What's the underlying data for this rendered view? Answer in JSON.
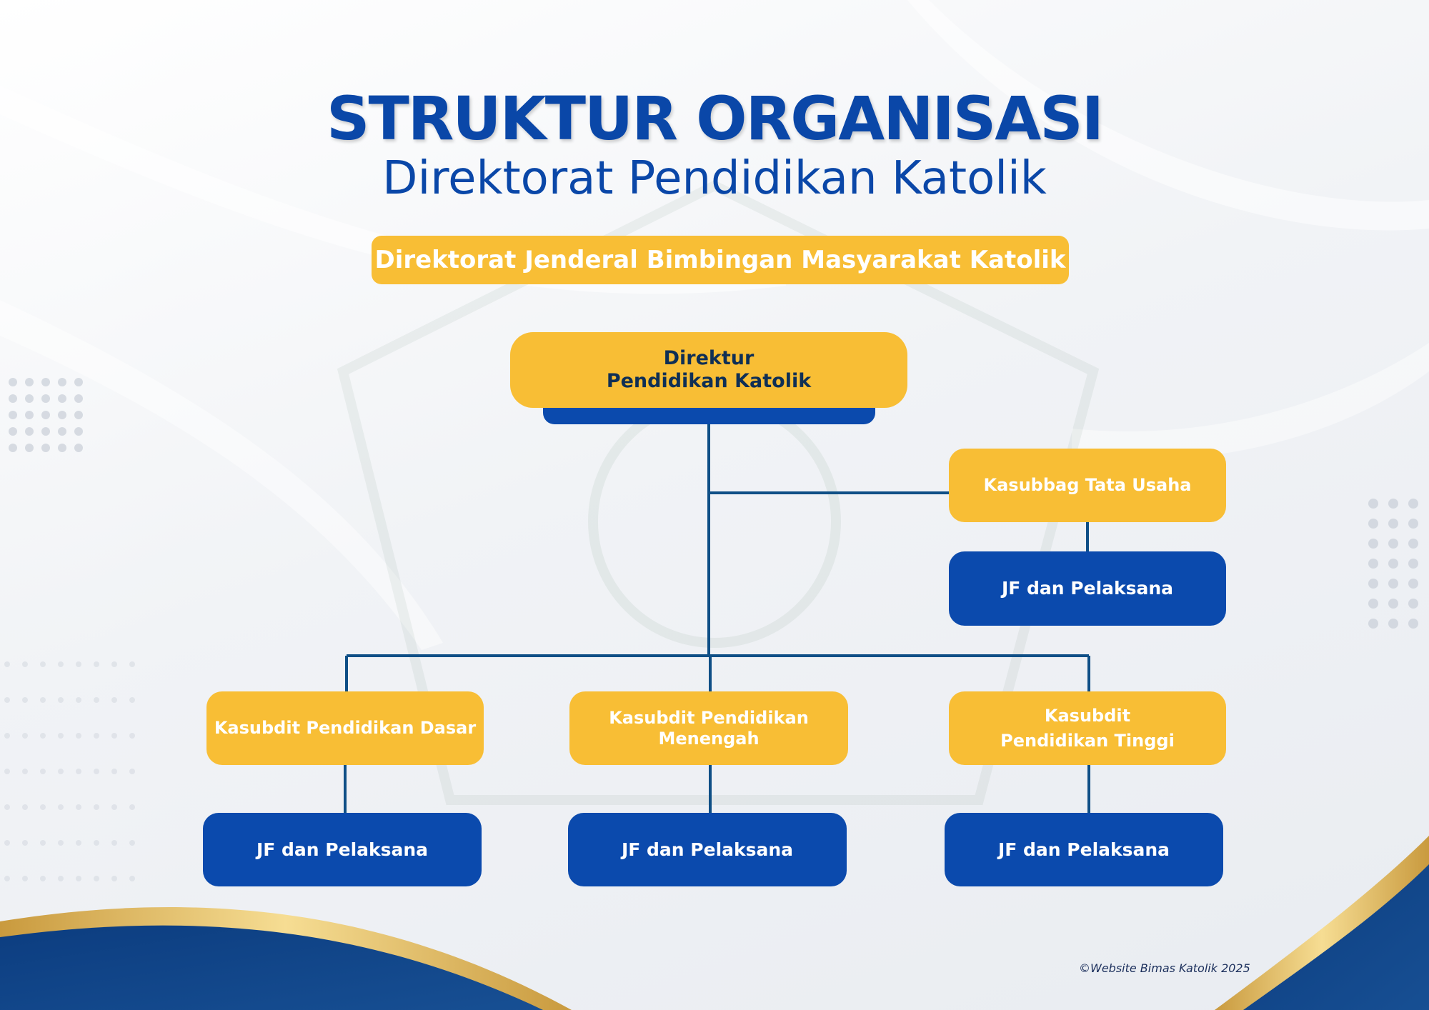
{
  "header": {
    "title": "STRUKTUR ORGANISASI",
    "subtitle": "Direktorat Pendidikan Katolik",
    "parent_unit": "Direktorat Jenderal Bimbingan Masyarakat Katolik"
  },
  "nodes": {
    "director": {
      "line1": "Direktur",
      "line2": "Pendidikan Katolik"
    },
    "kasubbag_tu": "Kasubbag Tata Usaha",
    "jf_tu": "JF dan Pelaksana",
    "kasubdit_dasar": "Kasubdit Pendidikan Dasar",
    "kasubdit_menengah": {
      "line1": "Kasubdit Pendidikan",
      "line2": "Menengah"
    },
    "kasubdit_tinggi": {
      "line1": "Kasubdit",
      "line2": "Pendidikan Tinggi"
    },
    "jf_dasar": "JF dan Pelaksana",
    "jf_menengah": "JF dan Pelaksana",
    "jf_tinggi": "JF dan Pelaksana"
  },
  "footer": {
    "copyright": "Website Bimas Katolik 2025"
  },
  "colors": {
    "primary_blue": "#0b4aad",
    "accent_yellow": "#f8be35",
    "line_blue": "#0f4f86",
    "gold": "#c99a3e"
  }
}
